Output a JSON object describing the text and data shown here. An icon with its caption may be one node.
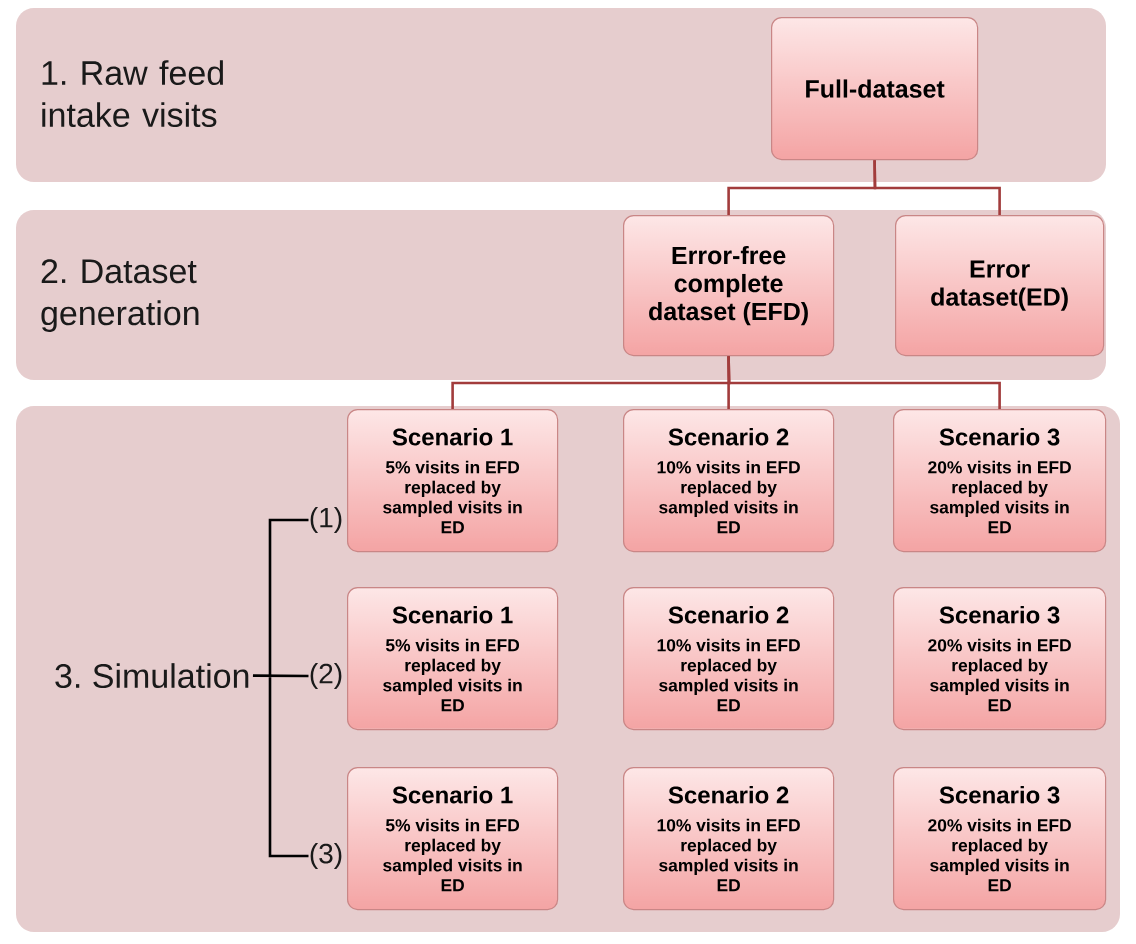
{
  "diagram": {
    "nodes": [
      {
        "text": [
          "1. Raw feed intake visits"
        ]
      },
      {
        "text": [
          "Full-dataset"
        ],
        "in": 0
      },
      {
        "text": [
          "2. Dataset generation"
        ]
      },
      {
        "text": [
          "Error-free complete dataset (EFD)"
        ],
        "in": 2
      },
      {
        "text": [
          "Error dataset(ED)"
        ],
        "in": 2
      },
      {
        "text": [
          "3. Simulation"
        ]
      },
      {
        "text": [
          "Scenario 1",
          "5% visits in EFD replaced by sampled visits in ED"
        ],
        "in": 5
      },
      {
        "text": [
          "Scenario 2",
          "10% visits in EFD replaced by sampled visits in ED"
        ],
        "in": 5
      },
      {
        "text": [
          "Scenario 3",
          "20% visits in EFD replaced by sampled visits in ED"
        ],
        "in": 5
      },
      {
        "text": [
          "Scenario 1",
          "5% visits in EFD replaced by sampled visits in ED"
        ],
        "in": 5
      },
      {
        "text": [
          "Scenario 2",
          "10% visits in EFD replaced by sampled visits in ED"
        ],
        "in": 5
      },
      {
        "text": [
          "Scenario 3",
          "20% visits in EFD replaced by sampled visits in ED"
        ],
        "in": 5
      },
      {
        "text": [
          "Scenario 1",
          "5% visits in EFD replaced by sampled visits in ED"
        ],
        "in": 5
      },
      {
        "text": [
          "Scenario 2",
          "10% visits in EFD replaced by sampled visits in ED"
        ],
        "in": 5
      },
      {
        "text": [
          "Scenario 3",
          "20% visits in EFD replaced by sampled visits in ED"
        ],
        "in": 5
      }
    ],
    "edges": [
      {
        "from": 1,
        "to": 3,
        "arrow": "none"
      },
      {
        "from": 1,
        "to": 4,
        "arrow": "none"
      },
      {
        "from": 3,
        "to": 6,
        "arrow": "none"
      },
      {
        "from": 3,
        "to": 7,
        "arrow": "none"
      },
      {
        "from": 3,
        "to": 8,
        "arrow": "none"
      }
    ],
    "labels": [
      "(1)",
      "(2)",
      "(3)"
    ]
  }
}
